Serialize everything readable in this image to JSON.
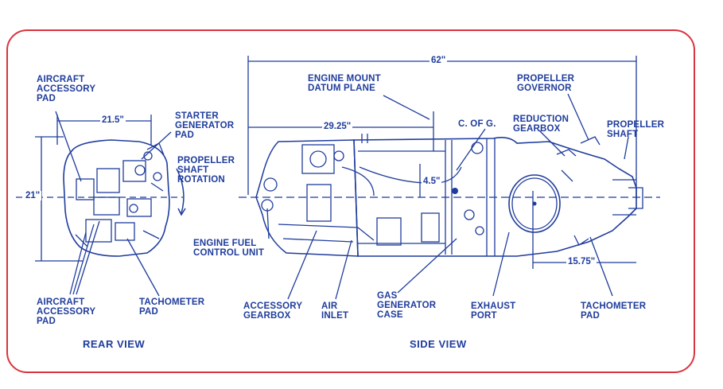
{
  "labels": {
    "aircraft_pad_top": "AIRCRAFT\nACCESSORY\nPAD",
    "starter_generator": "STARTER\nGENERATOR\nPAD",
    "prop_rotation": "PROPELLER\nSHAFT\nROTATION",
    "fuel_control": "ENGINE FUEL\nCONTROL UNIT",
    "aircraft_pad_bottom": "AIRCRAFT\nACCESSORY\nPAD",
    "tach_rear": "TACHOMETER\nPAD",
    "mount_datum": "ENGINE MOUNT\nDATUM PLANE",
    "cg": "C. OF G.",
    "reduction": "REDUCTION\nGEARBOX",
    "governor": "PROPELLER\nGOVERNOR",
    "prop_shaft": "PROPELLER\nSHAFT",
    "accessory_gearbox": "ACCESSORY\nGEARBOX",
    "air_inlet": "AIR\nINLET",
    "gas_gen": "GAS\nGENERATOR\nCASE",
    "exhaust": "EXHAUST\nPORT",
    "tach_side": "TACHOMETER\nPAD"
  },
  "dims": {
    "overall_length": "62\"",
    "datum_to_cg": "29.25\"",
    "offset": "4.5\"",
    "prop_offset": "15.75\"",
    "rear_width": "21.5\"",
    "rear_height": "21\""
  },
  "views": {
    "rear": "REAR VIEW",
    "side": "SIDE VIEW"
  },
  "colors": {
    "ink": "#1f3c9c",
    "frame": "#d9343f"
  }
}
